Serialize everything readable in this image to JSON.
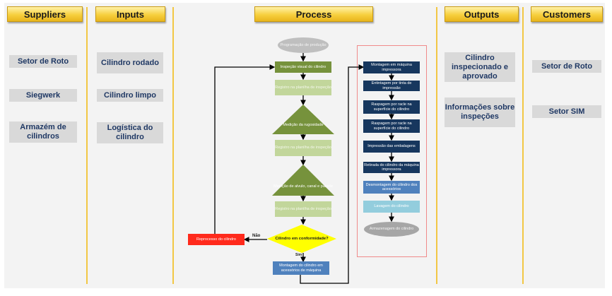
{
  "columns": {
    "suppliers": {
      "title": "Suppliers",
      "items": [
        "Setor de Roto",
        "Siegwerk",
        "Armazém de cilindros"
      ]
    },
    "inputs": {
      "title": "Inputs",
      "items": [
        "Cilindro rodado",
        "Cilindro limpo",
        "Logística do cilindro"
      ]
    },
    "process": {
      "title": "Process"
    },
    "outputs": {
      "title": "Outputs",
      "items": [
        "Cilindro inspecionado e aprovado",
        "Informações sobre inspeções"
      ]
    },
    "customers": {
      "title": "Customers",
      "items": [
        "Setor de Roto",
        "Setor SIM"
      ]
    }
  },
  "flow": {
    "start": "Programação de produção",
    "inspecao_visual": "Inspeção visual do cilindro",
    "registro_1": "Registro na planilha de inspeção",
    "medicao_rugosidade": "Medição da rugosidade",
    "registro_2": "Registro na planilha de inspeção",
    "medicao_alvulo": "Medição de alvulo, canal e parede",
    "registro_3": "Registro na planilha de inspeção",
    "decision": "Cilindro em conformidade?",
    "no_label": "Não",
    "yes_label": "Sim",
    "reprocesso": "Reprocesso do cilindro",
    "montagem_acessorios": "Montagem do cilindro em acessórios de máquina",
    "montagem_maquina": "Montagem em máquina impressora",
    "entintagem": "Entintagem por tinta de impressão",
    "raspagem_1": "Raspagem por racle na superfície do cilindro",
    "raspagem_2": "Raspagem por racle na superfície do cilindro",
    "impressao": "Impressão das embalagens",
    "retirada": "Retirada do cilindro da máquina impressora",
    "desmontagem": "Desmontagem do cilindro dos acessórios",
    "lavagem": "Lavagem do cilindro",
    "armazenagem": "Armazenagem do cilindro"
  },
  "colors": {
    "header_yellow": "#f7cf3e",
    "olive": "#76923c",
    "navy": "#17375e",
    "blue": "#4f81bd",
    "red": "#ff2a1c",
    "decision_yellow": "#ffff00"
  }
}
